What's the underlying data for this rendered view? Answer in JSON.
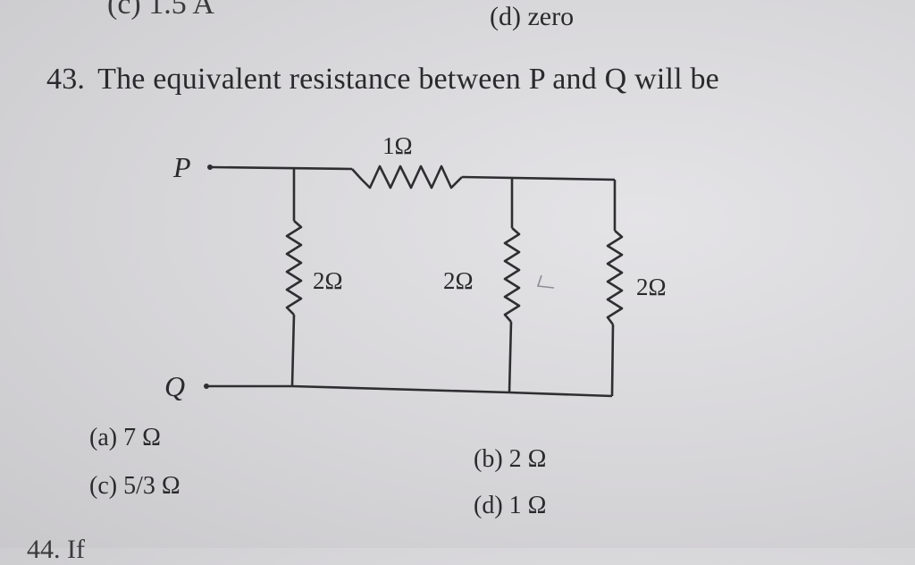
{
  "previous_question": {
    "option_c": "(c) 1.5 A",
    "option_d": "(d) zero"
  },
  "question": {
    "number": "43.",
    "text": "The equivalent resistance between P and Q will be"
  },
  "circuit": {
    "terminal_top": "P",
    "terminal_bottom": "Q",
    "resistors": [
      {
        "id": "series-top",
        "value": "1Ω"
      },
      {
        "id": "shunt-left",
        "value": "2Ω"
      },
      {
        "id": "shunt-middle",
        "value": "2Ω"
      },
      {
        "id": "shunt-right",
        "value": "2Ω"
      }
    ]
  },
  "options": [
    {
      "label": "(a)",
      "value": "7 Ω"
    },
    {
      "label": "(b)",
      "value": "2 Ω"
    },
    {
      "label": "(c)",
      "value": "5/3 Ω"
    },
    {
      "label": "(d)",
      "value": "1 Ω"
    }
  ],
  "next_question_fragment": "44. If"
}
